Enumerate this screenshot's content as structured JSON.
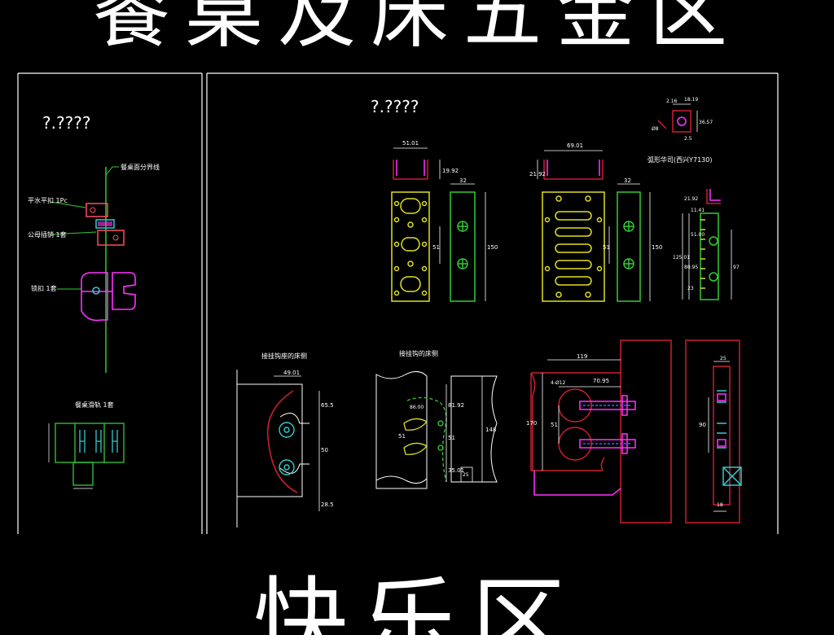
{
  "header": {
    "title": "餐桌及床五金区"
  },
  "footer": {
    "title": "快乐区"
  },
  "colors": {
    "background": "#000000",
    "frame": "#ffffff",
    "green": "#33cc33",
    "yellow": "#e0e020",
    "red": "#cc1f2f",
    "magenta": "#ff33ff",
    "cyan": "#33cccc",
    "blue": "#3366ff"
  },
  "left_panel": {
    "heading": "?.????",
    "divider_label": "餐桌面分界线",
    "part1_label": "平水平扣 1Pc",
    "part2_label": "公母插销 1套",
    "part3_label": "锁扣 1套",
    "bottom_label": "餐桌滑轨 1套"
  },
  "right_panel": {
    "heading": "?.????",
    "bracket1": {
      "dim_top": "51.01",
      "dim_side": "19.92",
      "dim_b1": "32",
      "dim_mid": "51",
      "dim_len": "150"
    },
    "bracket2": {
      "dim_top": "69.01",
      "dim_side": "21.92",
      "dim_b1": "32",
      "dim_mid": "51",
      "dim_len": "150"
    },
    "hook": {
      "caption": "弧形华司(西兴Y7130)",
      "dim_a": "2.16",
      "dim_b": "18.19",
      "dim_c": "36.57",
      "dim_d": "2.5",
      "dim_e": "Ø8",
      "dim_f": "21.92",
      "dim_g": "11.41",
      "dim_h": "125.01",
      "dim_i": "80.95",
      "dim_j": "51.00",
      "dim_k": "23",
      "dim_l": "97"
    },
    "latch": {
      "caption": "接挂钩座的床侧",
      "dim_a": "49.01",
      "dim_b": "65.5",
      "dim_c": "50",
      "dim_d": "28.5"
    },
    "hinge": {
      "caption": "接挂钩的床侧",
      "dim_a": "86.00",
      "dim_b": "81.92",
      "dim_c": "51",
      "dim_d": "51",
      "dim_e": "35.01",
      "dim_f": "25",
      "dim_g": "148"
    },
    "bolt": {
      "dim_a": "119",
      "dim_b": "70.95",
      "dim_c": "4-Ø12",
      "dim_d": "51",
      "dim_e": "170"
    },
    "side": {
      "dim_a": "25",
      "dim_b": "90",
      "dim_c": "18"
    }
  }
}
